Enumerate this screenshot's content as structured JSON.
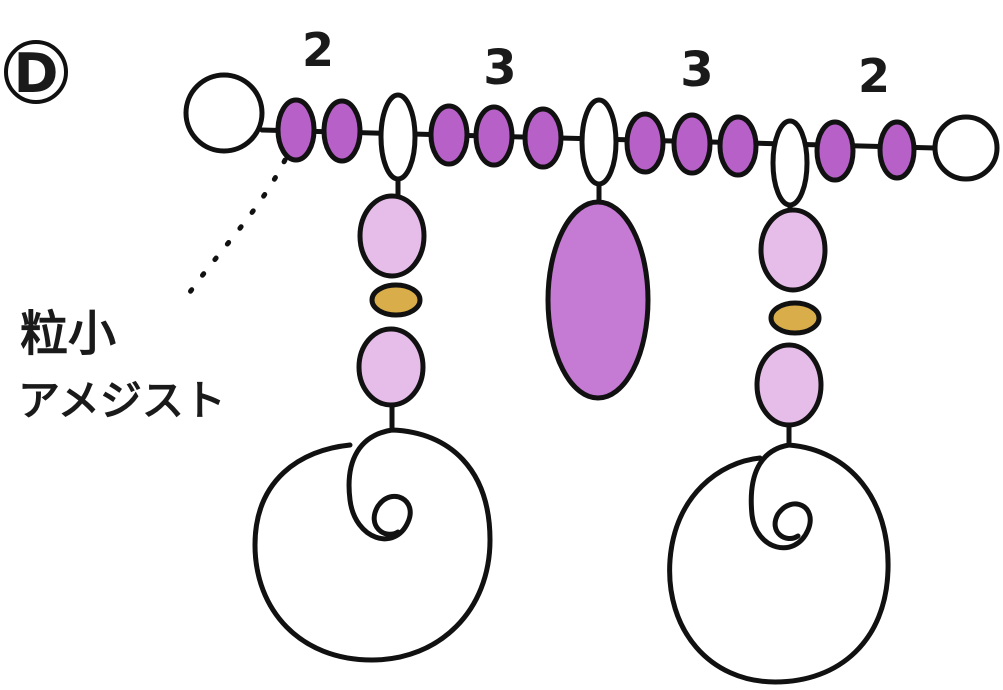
{
  "diagram": {
    "step_label": "D",
    "bead_counts": [
      "2",
      "3",
      "3",
      "2"
    ],
    "annotation": {
      "line1": "粒小",
      "line2": "アメジスト"
    }
  },
  "colors": {
    "ink": "#111111",
    "amethyst_dark": "#b760c8",
    "amethyst_light": "#e6bde9",
    "gold_bead": "#d9ad4a",
    "background": "#ffffff"
  }
}
